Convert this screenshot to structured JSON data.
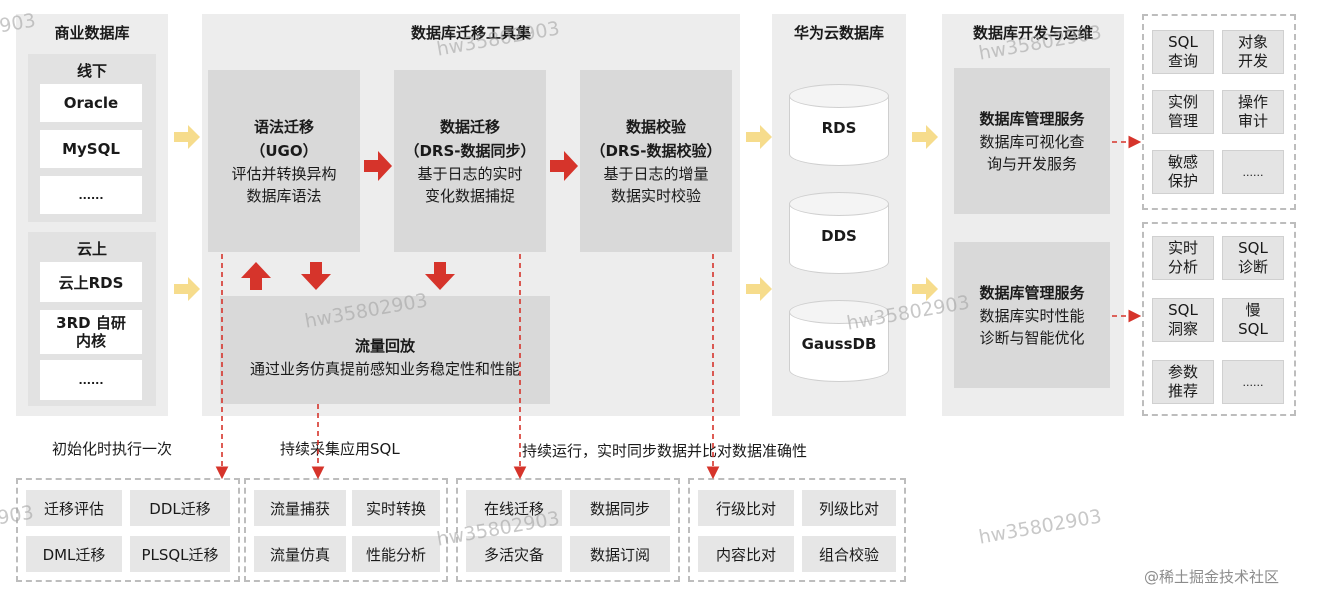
{
  "watermark": "hw35802903",
  "footer_brand": "@稀土掘金技术社区",
  "commercial": {
    "title": "商业数据库",
    "offline": {
      "title": "线下",
      "items": [
        "Oracle",
        "MySQL",
        "......"
      ]
    },
    "cloud": {
      "title": "云上",
      "items": [
        "云上RDS",
        "3RD 自研内核",
        "......"
      ]
    }
  },
  "tools": {
    "title": "数据库迁移工具集",
    "syntax": {
      "title": "语法迁移",
      "subtitle": "（UGO）",
      "desc1": "评估并转换异构",
      "desc2": "数据库语法"
    },
    "drs_sync": {
      "title": "数据迁移",
      "subtitle": "（DRS-数据同步）",
      "desc1": "基于日志的实时",
      "desc2": "变化数据捕捉"
    },
    "drs_verify": {
      "title": "数据校验",
      "subtitle": "（DRS-数据校验）",
      "desc1": "基于日志的增量",
      "desc2": "数据实时校验"
    },
    "replay": {
      "title": "流量回放",
      "desc": "通过业务仿真提前感知业务稳定性和性能"
    }
  },
  "huawei": {
    "title": "华为云数据库",
    "dbs": [
      "RDS",
      "DDS",
      "GaussDB"
    ]
  },
  "devops": {
    "title": "数据库开发与运维",
    "svc1": {
      "title": "数据库管理服务",
      "desc1": "数据库可视化查",
      "desc2": "询与开发服务"
    },
    "svc2": {
      "title": "数据库管理服务",
      "desc1": "数据库实时性能",
      "desc2": "诊断与智能优化"
    }
  },
  "features_top": [
    [
      "SQL",
      "查询"
    ],
    [
      "对象",
      "开发"
    ],
    [
      "实例",
      "管理"
    ],
    [
      "操作",
      "审计"
    ],
    [
      "敏感",
      "保护"
    ],
    [
      "......"
    ]
  ],
  "features_bottom": [
    [
      "实时",
      "分析"
    ],
    [
      "SQL",
      "诊断"
    ],
    [
      "SQL",
      "洞察"
    ],
    [
      "慢",
      "SQL"
    ],
    [
      "参数",
      "推荐"
    ],
    [
      "......"
    ]
  ],
  "notes": {
    "n1": "初始化时执行一次",
    "n2": "持续采集应用SQL",
    "n3": "持续运行，实时同步数据并比对数据准确性"
  },
  "bottom_groups": [
    [
      "迁移评估",
      "DDL迁移",
      "DML迁移",
      "PLSQL迁移"
    ],
    [
      "流量捕获",
      "实时转换",
      "流量仿真",
      "性能分析"
    ],
    [
      "在线迁移",
      "数据同步",
      "多活灾备",
      "数据订阅"
    ],
    [
      "行级比对",
      "列级比对",
      "内容比对",
      "组合校验"
    ]
  ],
  "colors": {
    "arrow_red": "#d6342b",
    "arrow_yellow": "#f6dc8c",
    "panel": "#ededed",
    "card": "#d9d9d9"
  }
}
